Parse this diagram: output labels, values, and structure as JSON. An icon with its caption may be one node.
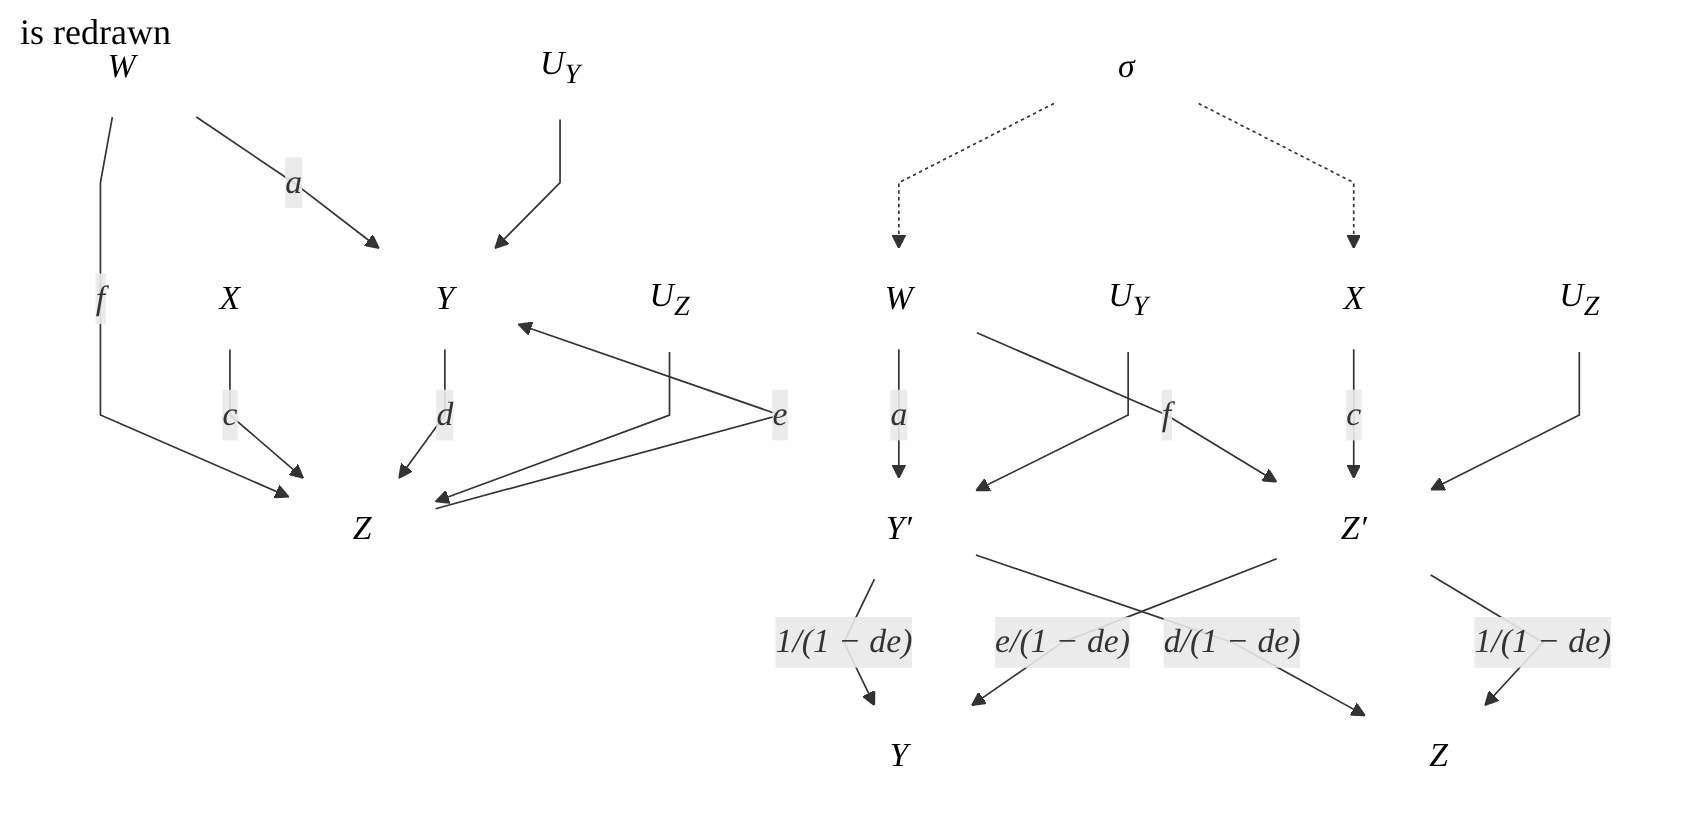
{
  "diagram": {
    "nodes": [
      {
        "text": [
          "W"
        ]
      },
      {
        "text": [
          "X"
        ]
      },
      {
        "text": [
          "U$_{Y}$"
        ]
      },
      {
        "text": [
          "Y"
        ]
      },
      {
        "text": [
          "Z"
        ]
      },
      {
        "text": [
          "U$_{Z}$"
        ]
      },
      {
        "text": [
          "σ"
        ]
      },
      {
        "text": [
          "W"
        ]
      },
      {
        "text": [
          "X"
        ]
      },
      {
        "text": [
          "U$_{Y}$"
        ]
      },
      {
        "text": [
          "Y′"
        ]
      },
      {
        "text": [
          "Z′"
        ]
      },
      {
        "text": [
          "U$_{Z}$"
        ]
      },
      {
        "text": [
          "Y"
        ]
      },
      {
        "text": [
          "Z"
        ]
      }
    ],
    "edges": [
      {
        "from": 0,
        "to": 3,
        "arrow": "to",
        "label": "a"
      },
      {
        "from": 0,
        "to": 4,
        "arrow": "to",
        "label": "f"
      },
      {
        "from": 1,
        "to": 4,
        "arrow": "to",
        "label": "c"
      },
      {
        "from": 2,
        "to": 3,
        "arrow": "to"
      },
      {
        "from": 3,
        "to": 4,
        "arrow": "to",
        "label": "d"
      },
      {
        "from": 4,
        "to": 3,
        "arrow": "to",
        "label": "e"
      },
      {
        "from": 5,
        "to": 4,
        "arrow": "to"
      },
      {
        "from": 6,
        "to": 7,
        "arrow": "to",
        "style": "dashed"
      },
      {
        "from": 6,
        "to": 8,
        "arrow": "to",
        "style": "dashed"
      },
      {
        "from": 7,
        "to": 10,
        "arrow": "to",
        "label": "a"
      },
      {
        "from": 7,
        "to": 11,
        "arrow": "to",
        "label": "f"
      },
      {
        "from": 8,
        "to": 11,
        "arrow": "to",
        "label": "c"
      },
      {
        "from": 9,
        "to": 10,
        "arrow": "to"
      },
      {
        "from": 12,
        "to": 11,
        "arrow": "to"
      },
      {
        "from": 10,
        "to": 13,
        "arrow": "to",
        "label": "1/(1 − de)"
      },
      {
        "from": 11,
        "to": 13,
        "arrow": "to",
        "label": "e/(1 − de)"
      },
      {
        "from": 10,
        "to": 14,
        "arrow": "to",
        "label": "d/(1 − de)"
      },
      {
        "from": 11,
        "to": 14,
        "arrow": "to",
        "label": "1/(1 − de)"
      }
    ],
    "labels": [
      "is redrawn"
    ]
  }
}
